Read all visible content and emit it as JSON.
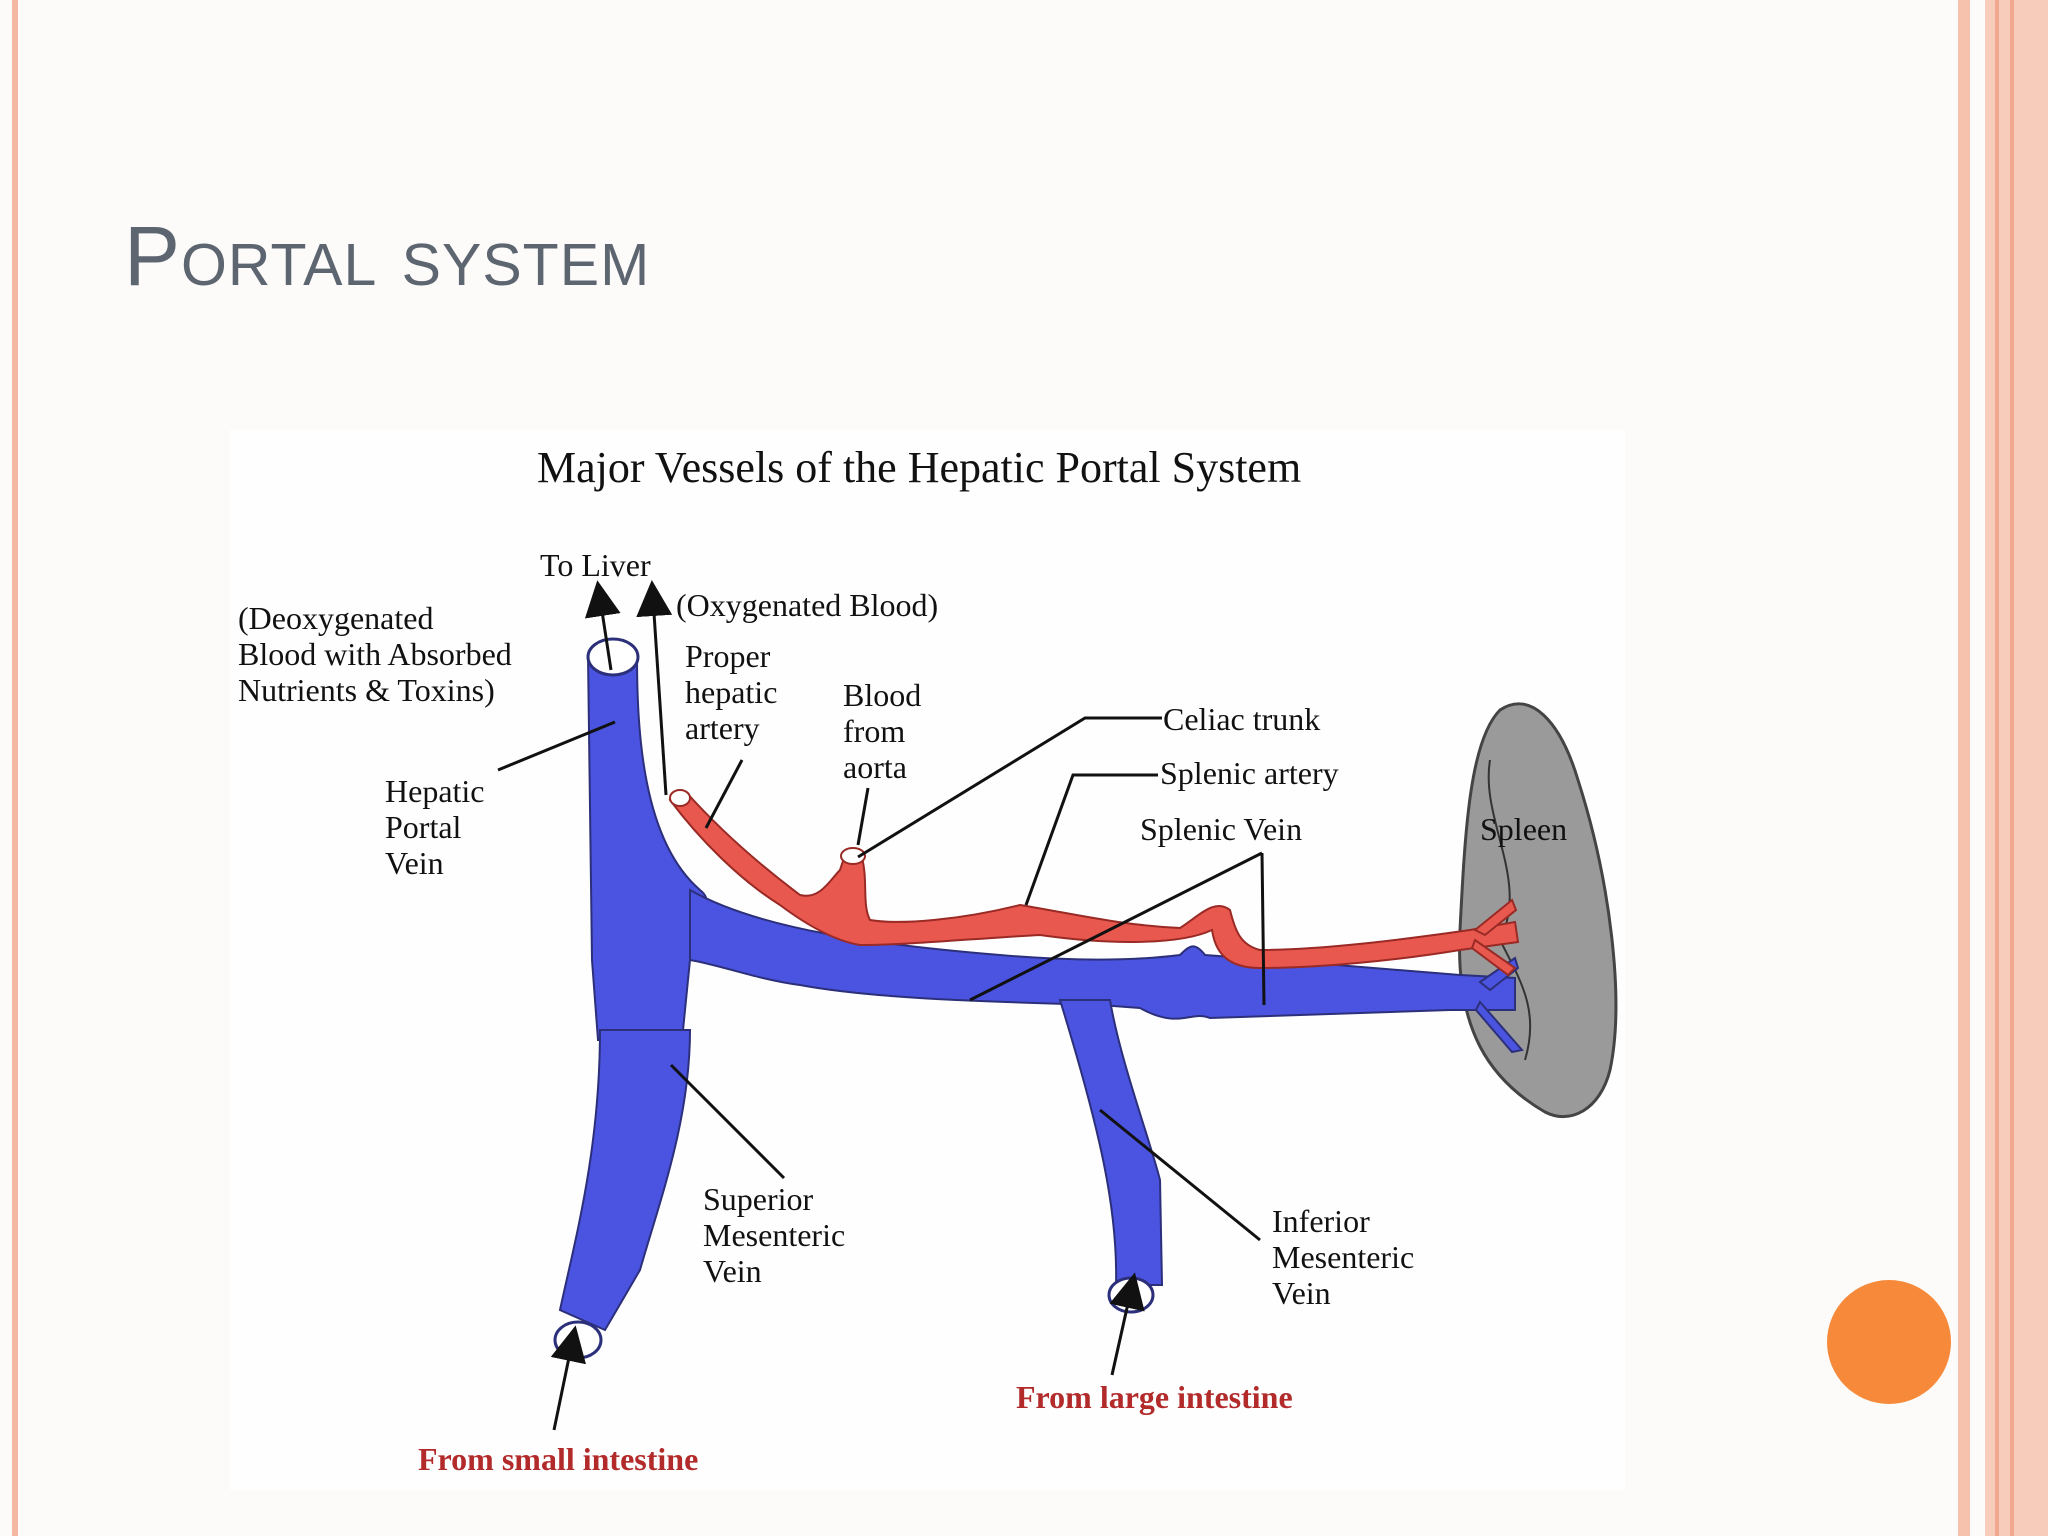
{
  "slide": {
    "title": "Portal system"
  },
  "diagram": {
    "heading": "Major Vessels of the Hepatic Portal System",
    "labels": {
      "to_liver": "To Liver",
      "oxygenated": "(Oxygenated Blood)",
      "deoxy_line1": "(Deoxygenated",
      "deoxy_line2": "Blood with Absorbed",
      "deoxy_line3": "Nutrients & Toxins)",
      "proper_line1": "Proper",
      "proper_line2": "hepatic",
      "proper_line3": "artery",
      "blood_line1": "Blood",
      "blood_line2": "from",
      "blood_line3": "aorta",
      "celiac_trunk": "Celiac trunk",
      "splenic_artery": "Splenic artery",
      "splenic_vein": "Splenic Vein",
      "spleen": "Spleen",
      "hpv_line1": "Hepatic",
      "hpv_line2": "Portal",
      "hpv_line3": "Vein",
      "smv_line1": "Superior",
      "smv_line2": "Mesenteric",
      "smv_line3": "Vein",
      "imv_line1": "Inferior",
      "imv_line2": "Mesenteric",
      "imv_line3": "Vein",
      "from_large": "From large intestine",
      "from_small": "From small intestine"
    },
    "colors": {
      "vein": "#4a54e0",
      "artery": "#e8584f",
      "spleen": "#9a9a9a",
      "source_text": "#b22a2a",
      "accent_dot": "#f78a3a"
    }
  }
}
